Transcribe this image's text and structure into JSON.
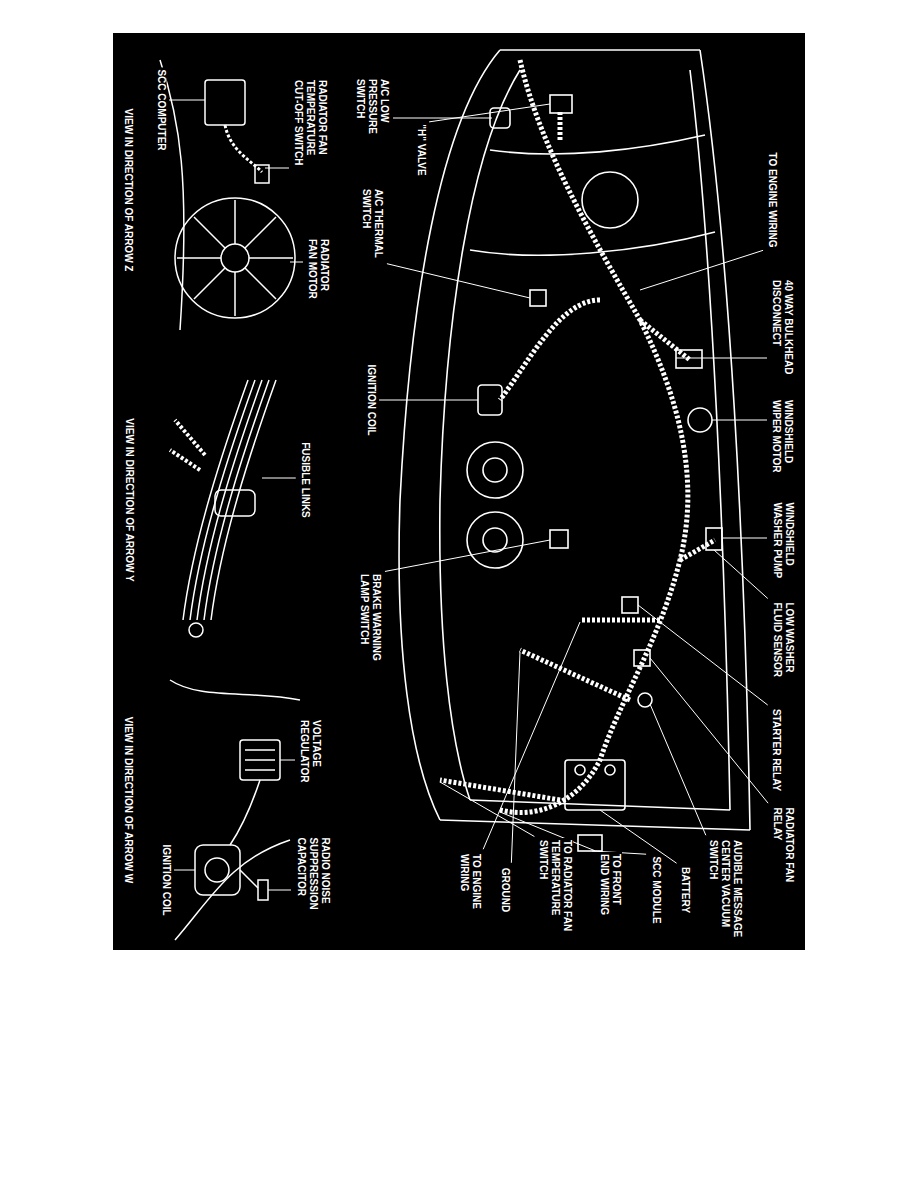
{
  "diagram": {
    "labels": [
      "A/C LOW PRESSURE SWITCH",
      "A/C THERMAL SWITCH",
      "\"H\" VALVE",
      "TO ENGINE WIRING",
      "40 WAY BULKHEAD DISCONNECT",
      "WINDSHIELD WIPER MOTOR",
      "WINDSHIELD WASHER PUMP",
      "LOW WASHER FLUID SENSOR",
      "STARTER RELAY",
      "RADIATOR FAN RELAY",
      "AUDIBLE MESSAGE CENTER VACUUM SWITCH",
      "BATTERY",
      "SCC MODULE",
      "TO FRONT END WIRING",
      "TO RADIATOR FAN TEMPERATURE SWITCH",
      "GROUND",
      "TO ENGINE WIRING",
      "BRAKE WARNING LAMP SWITCH",
      "IGNITION COIL",
      "SCC COMPUTER",
      "RADIATOR FAN TEMPERATURE CUT-OFF SWITCH",
      "RADIATOR FAN MOTOR",
      "VIEW IN DIRECTION OF ARROW Z",
      "FUSIBLE LINKS",
      "VIEW IN DIRECTION OF ARROW Y",
      "VOLTAGE REGULATOR",
      "RADIO NOISE SUPPRESSION CAPACITOR",
      "IGNITION COIL",
      "VIEW IN DIRECTION OF ARROW W"
    ]
  }
}
